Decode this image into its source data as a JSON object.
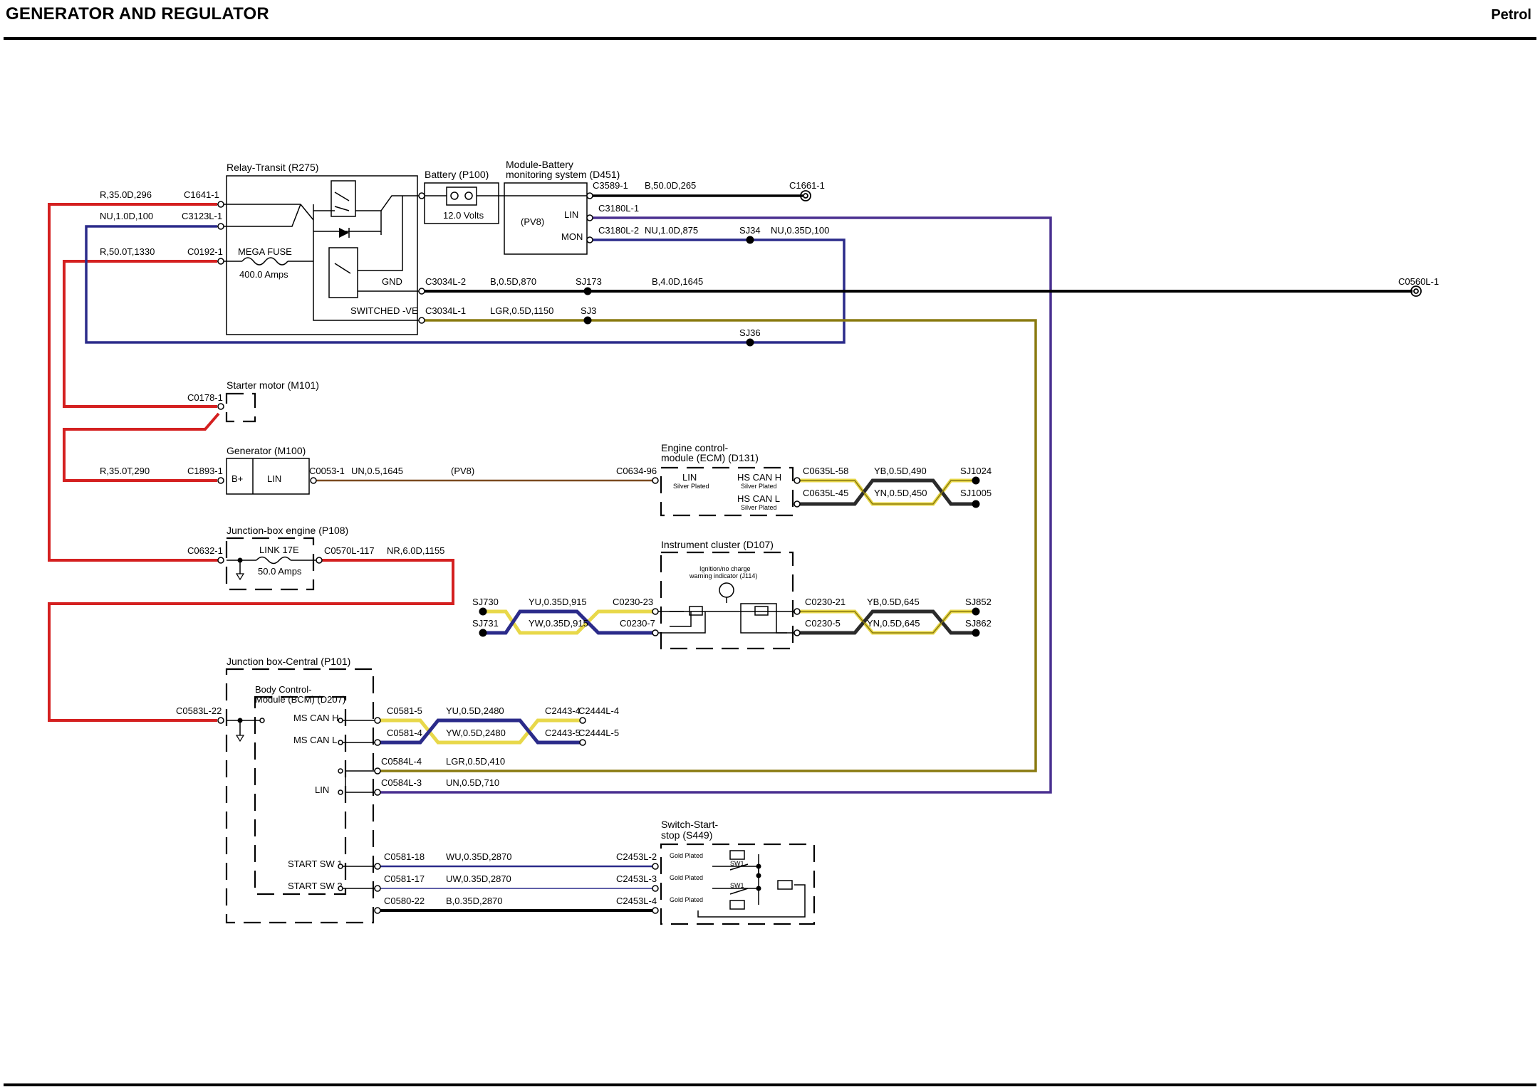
{
  "header": {
    "title": "GENERATOR AND REGULATOR",
    "variant": "Petrol"
  },
  "colors": {
    "red": "#d42020",
    "blue": "#2b2b8a",
    "black": "#000000",
    "olive": "#8a7a10",
    "brown": "#7a4a20",
    "yellow": "#e8d84a",
    "violet": "#4a3090"
  },
  "components": {
    "relay_transit": {
      "title": "Relay-Transit (R275)",
      "fuse_name": "MEGA FUSE",
      "fuse_rating": "400.0 Amps",
      "gnd": "GND",
      "switched": "SWITCHED -VE"
    },
    "battery": {
      "title": "Battery (P100)",
      "voltage": "12.0 Volts"
    },
    "bms": {
      "title_1": "Module-Battery",
      "title_2": "monitoring system (D451)",
      "pv8": "(PV8)",
      "lin": "LIN",
      "mon": "MON"
    },
    "starter": {
      "title": "Starter motor (M101)"
    },
    "generator": {
      "title": "Generator (M100)",
      "bplus": "B+",
      "lin": "LIN"
    },
    "ecm": {
      "title_1": "Engine control-",
      "title_2": "module (ECM) (D131)",
      "lin": "LIN",
      "silver": "Silver Plated",
      "hs_can_h": "HS CAN H",
      "hs_can_l": "HS CAN L"
    },
    "jb_engine": {
      "title": "Junction-box engine (P108)",
      "link": "LINK 17E",
      "rating": "50.0 Amps"
    },
    "cluster": {
      "title": "Instrument cluster (D107)",
      "indicator_1": "Ignition/no charge",
      "indicator_2": "warning indicator (J114)"
    },
    "jb_central": {
      "title": "Junction box-Central (P101)",
      "bcm_1": "Body Control-",
      "bcm_2": "Module (BCM) (D207)",
      "ms_can_h": "MS CAN H",
      "ms_can_l": "MS CAN L",
      "lin": "LIN",
      "start_sw_1": "START SW 1",
      "start_sw_2": "START SW 2"
    },
    "switch_ss": {
      "title_1": "Switch-Start-",
      "title_2": "stop (S449)",
      "gold": "Gold Plated",
      "sw1": "SW1"
    }
  },
  "connectors": {
    "c1641": "C1641-1",
    "c3123": "C3123L-1",
    "c0192": "C0192-1",
    "c3589": "C3589-1",
    "c1661": "C1661-1",
    "c3180_1": "C3180L-1",
    "c3180_2": "C3180L-2",
    "c3034_2": "C3034L-2",
    "c3034_1": "C3034L-1",
    "c0560": "C0560L-1",
    "c0178": "C0178-1",
    "c1893": "C1893-1",
    "c0053": "C0053-1",
    "c0634_96": "C0634-96",
    "c0635_58": "C0635L-58",
    "c0635_45": "C0635L-45",
    "c0632": "C0632-1",
    "c0570": "C0570L-117",
    "c0230_23": "C0230-23",
    "c0230_7": "C0230-7",
    "c0230_21": "C0230-21",
    "c0230_5": "C0230-5",
    "c0583": "C0583L-22",
    "c0581_5": "C0581-5",
    "c0581_4": "C0581-4",
    "c2443_4": "C2443-4",
    "c2444_4": "C2444L-4",
    "c2443_5": "C2443-5",
    "c2444_5": "C2444L-5",
    "c0584_4": "C0584L-4",
    "c0584_3": "C0584L-3",
    "c0581_18": "C0581-18",
    "c0581_17": "C0581-17",
    "c0580_22": "C0580-22",
    "c2453_2": "C2453L-2",
    "c2453_3": "C2453L-3",
    "c2453_4": "C2453L-4"
  },
  "splices": {
    "sj34": "SJ34",
    "sj173": "SJ173",
    "sj3": "SJ3",
    "sj36": "SJ36",
    "sj1024": "SJ1024",
    "sj1005": "SJ1005",
    "sj730": "SJ730",
    "sj731": "SJ731",
    "sj852": "SJ852",
    "sj862": "SJ862"
  },
  "wires": {
    "r_296": "R,35.0D,296",
    "nu_100": "NU,1.0D,100",
    "r_1330": "R,50.0T,1330",
    "b_265": "B,50.0D,265",
    "nu_875": "NU,1.0D,875",
    "nu_100b": "NU,0.35D,100",
    "b_870": "B,0.5D,870",
    "b_1645": "B,4.0D,1645",
    "lgr_1150": "LGR,0.5D,1150",
    "r_290": "R,35.0T,290",
    "un_1645": "UN,0.5,1645",
    "pv8": "(PV8)",
    "yb_490": "YB,0.5D,490",
    "yn_450": "YN,0.5D,450",
    "nr_1155": "NR,6.0D,1155",
    "yu_915": "YU,0.35D,915",
    "yw_915": "YW,0.35D,915",
    "yb_645": "YB,0.5D,645",
    "yn_645": "YN,0.5D,645",
    "yu_2480": "YU,0.5D,2480",
    "yw_2480": "YW,0.5D,2480",
    "lgr_410": "LGR,0.5D,410",
    "un_710": "UN,0.5D,710",
    "wu_2870": "WU,0.35D,2870",
    "uw_2870": "UW,0.35D,2870",
    "b_2870": "B,0.35D,2870"
  }
}
